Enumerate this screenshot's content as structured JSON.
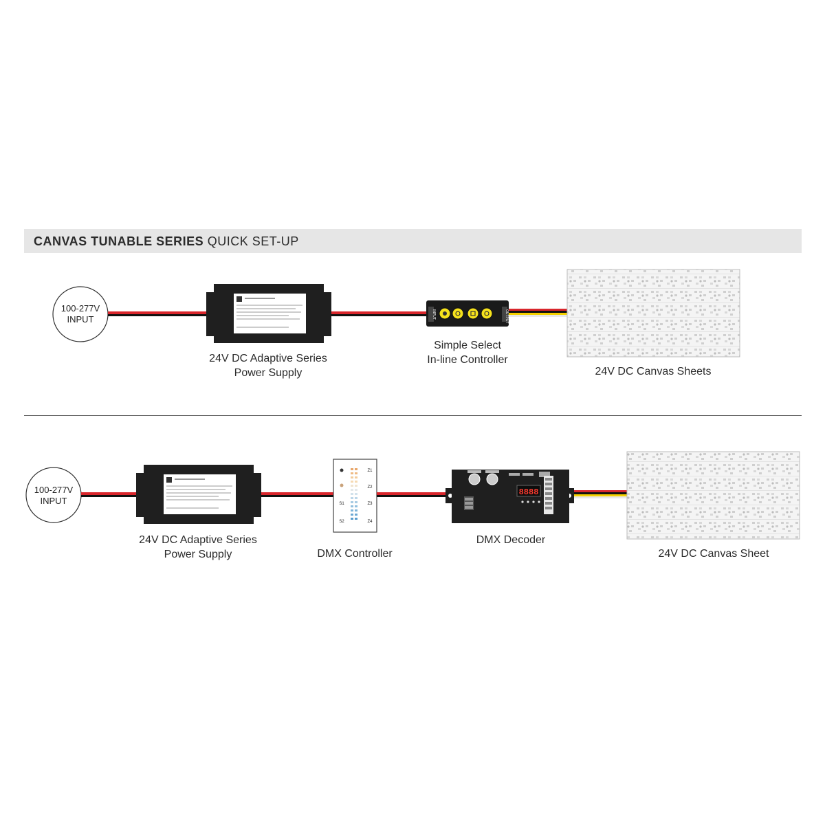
{
  "header": {
    "title_bold": "CANVAS TUNABLE SERIES",
    "title_light": "QUICK SET-UP"
  },
  "row1": {
    "input": {
      "line1": "100-277V",
      "line2": "INPUT"
    },
    "power_supply": {
      "line1": "24V DC Adaptive Series",
      "line2": "Power Supply"
    },
    "controller": {
      "line1": "Simple Select",
      "line2": "In-line Controller",
      "input_tag": "INPUT",
      "output_tag": "OUTPUT"
    },
    "sheets": {
      "line1": "24V DC Canvas Sheets"
    }
  },
  "row2": {
    "input": {
      "line1": "100-277V",
      "line2": "INPUT"
    },
    "power_supply": {
      "line1": "24V DC Adaptive Series",
      "line2": "Power Supply"
    },
    "dmx_controller": {
      "line1": "DMX Controller",
      "zones": [
        "Z1",
        "Z2",
        "Z3",
        "Z4"
      ],
      "scenes": [
        "S1",
        "S2"
      ]
    },
    "dmx_decoder": {
      "line1": "DMX Decoder",
      "display": "8888"
    },
    "sheet": {
      "line1": "24V DC Canvas Sheet"
    }
  },
  "colors": {
    "wire_red": "#d9262c",
    "wire_black": "#111111",
    "wire_yellow": "#f5d000",
    "wire_white": "#f2f2f2",
    "device_body": "#1f1f1f",
    "button_yellow": "#f6e21c",
    "header_bg": "#e6e6e6"
  }
}
